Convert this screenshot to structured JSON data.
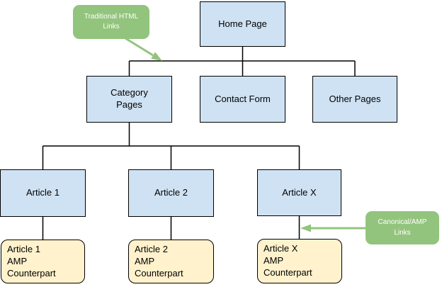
{
  "canvas": {
    "background": "#ffffff"
  },
  "colors": {
    "page_box_fill": "#cfe2f3",
    "amp_box_fill": "#fff2cc",
    "callout_fill": "#93c47d",
    "callout_text": "#ffffff",
    "box_border": "#000000",
    "box_text": "#000000",
    "connector": "#000000",
    "arrow": "#93c47d"
  },
  "nodes": {
    "home": {
      "label": "Home Page"
    },
    "category": {
      "label": "Category\nPages"
    },
    "contact": {
      "label": "Contact Form"
    },
    "other": {
      "label": "Other Pages"
    },
    "article1": {
      "label": "Article 1"
    },
    "article2": {
      "label": "Article 2"
    },
    "articleX": {
      "label": "Article X"
    },
    "amp1": {
      "label": "Article 1\nAMP\nCounterpart"
    },
    "amp2": {
      "label": "Article 2\nAMP\nCounterpart"
    },
    "ampX": {
      "label": "Article X\nAMP\nCounterpart"
    }
  },
  "callouts": {
    "traditional": {
      "label": "Traditional HTML\nLinks"
    },
    "canonical": {
      "label": "Canonical/AMP\nLinks"
    }
  }
}
